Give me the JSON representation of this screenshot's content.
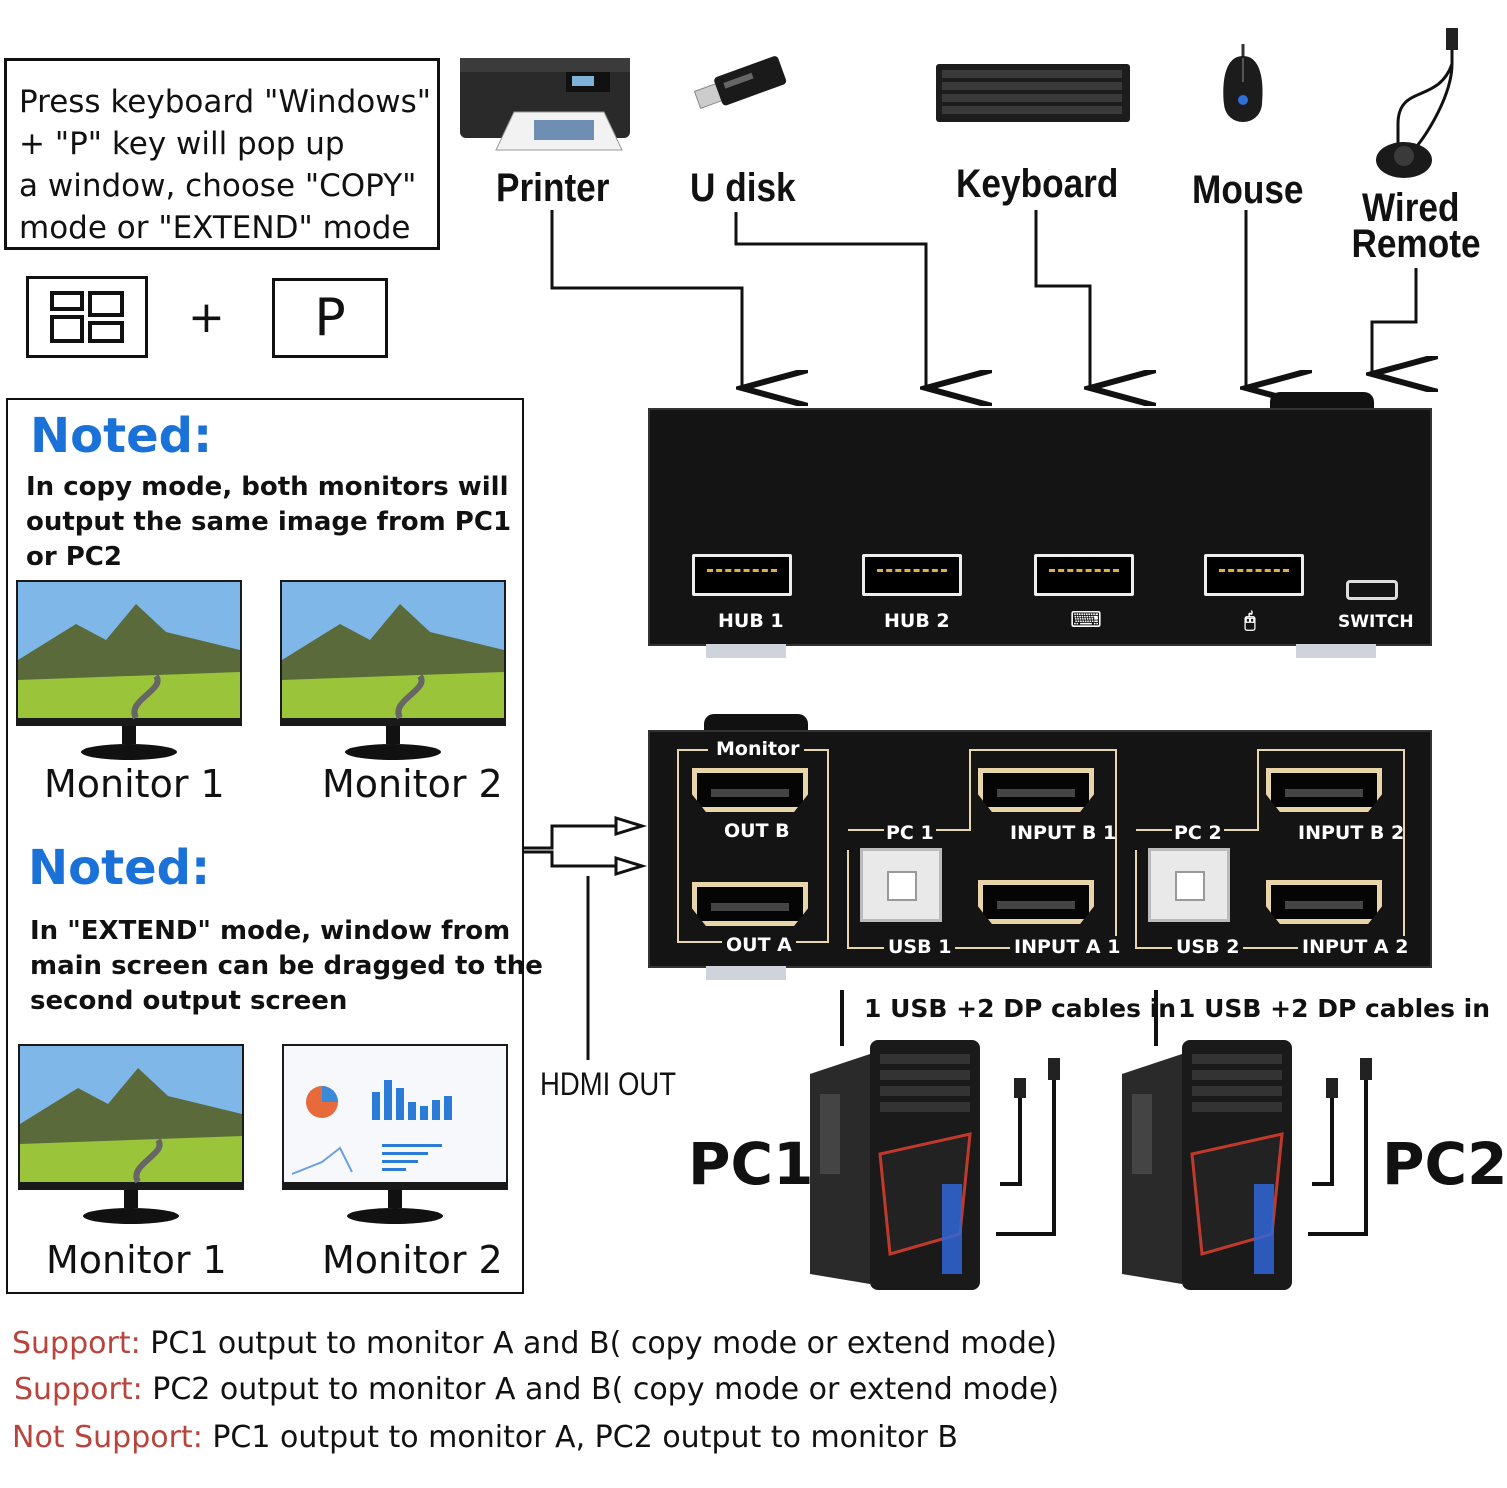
{
  "instructions": {
    "lines": [
      "Press keyboard \"Windows\"",
      "+ \"P\" key will pop up",
      "a window, choose \"COPY\"",
      "mode or \"EXTEND\" mode"
    ],
    "plus": "+",
    "p_key": "P"
  },
  "devices": {
    "printer": "Printer",
    "udisk": "U disk",
    "keyboard": "Keyboard",
    "mouse": "Mouse",
    "remote_line1": "Wired",
    "remote_line2": "Remote"
  },
  "panel": {
    "copy": {
      "heading": "Noted:",
      "lines": [
        "In copy mode, both monitors will",
        "output the same image from PC1",
        "or PC2"
      ],
      "monitor1": "Monitor 1",
      "monitor2": "Monitor 2"
    },
    "extend": {
      "heading": "Noted:",
      "lines": [
        "In \"EXTEND\" mode, window from",
        "main screen can be dragged to the",
        "second output screen"
      ],
      "monitor1": "Monitor 1",
      "monitor2": "Monitor 2"
    }
  },
  "kvm_top": {
    "ports": [
      "HUB 1",
      "HUB 2",
      "⌨",
      "🖰",
      "SWITCH"
    ]
  },
  "kvm_back": {
    "monitor": "Monitor",
    "out_b": "OUT B",
    "out_a": "OUT A",
    "pc1": "PC 1",
    "input_b1": "INPUT B 1",
    "usb1": "USB 1",
    "input_a1": "INPUT A 1",
    "pc2": "PC 2",
    "input_b2": "INPUT B 2",
    "usb2": "USB 2",
    "input_a2": "INPUT A 2"
  },
  "hdmi_out": "HDMI OUT",
  "cables": {
    "pc1": "1 USB +2 DP cables in",
    "pc2": "1 USB +2 DP cables in"
  },
  "pcs": {
    "pc1": "PC1",
    "pc2": "PC2"
  },
  "support": [
    {
      "label": "Support:",
      "text": "PC1 output to monitor A and B( copy mode or extend mode)"
    },
    {
      "label": "Support:",
      "text": "PC2 output to monitor A and B( copy mode or extend mode)"
    },
    {
      "label": "Not Support:",
      "text": "PC1 output to monitor A, PC2 output to monitor B"
    }
  ],
  "colors": {
    "noted": "#1a72d8",
    "support_label": "#b8443c",
    "kvm_body": "#141414",
    "port_outline": "#e8d6a8"
  }
}
